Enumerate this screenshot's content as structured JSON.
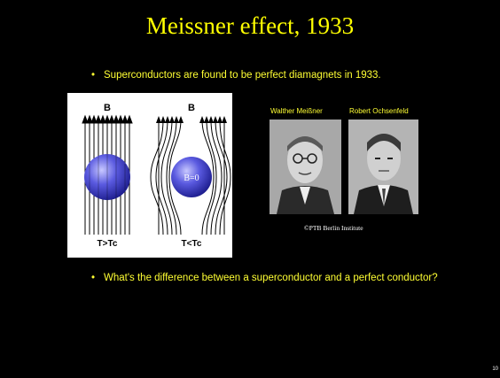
{
  "slide": {
    "title": "Meissner effect, 1933",
    "bullet_1": "Superconductors are found to be perfect diamagnets in 1933.",
    "bullet_2": "What's the difference between a superconductor and a perfect conductor?",
    "bullet_marker": "•",
    "page_number": "10"
  },
  "figure": {
    "left_field_label": "B",
    "right_field_label": "B",
    "inner_label": "B=0",
    "left_temp": "T>Tc",
    "right_temp": "T<Tc"
  },
  "photos": {
    "left_name": "Walther Meißner",
    "right_name": "Robert Ochsenfeld",
    "credit": "©PTB Berlin Institute"
  },
  "colors": {
    "title": "#ffff00",
    "bullet": "#ffff33",
    "sphere": "#4b4bd6",
    "background": "#000000"
  }
}
